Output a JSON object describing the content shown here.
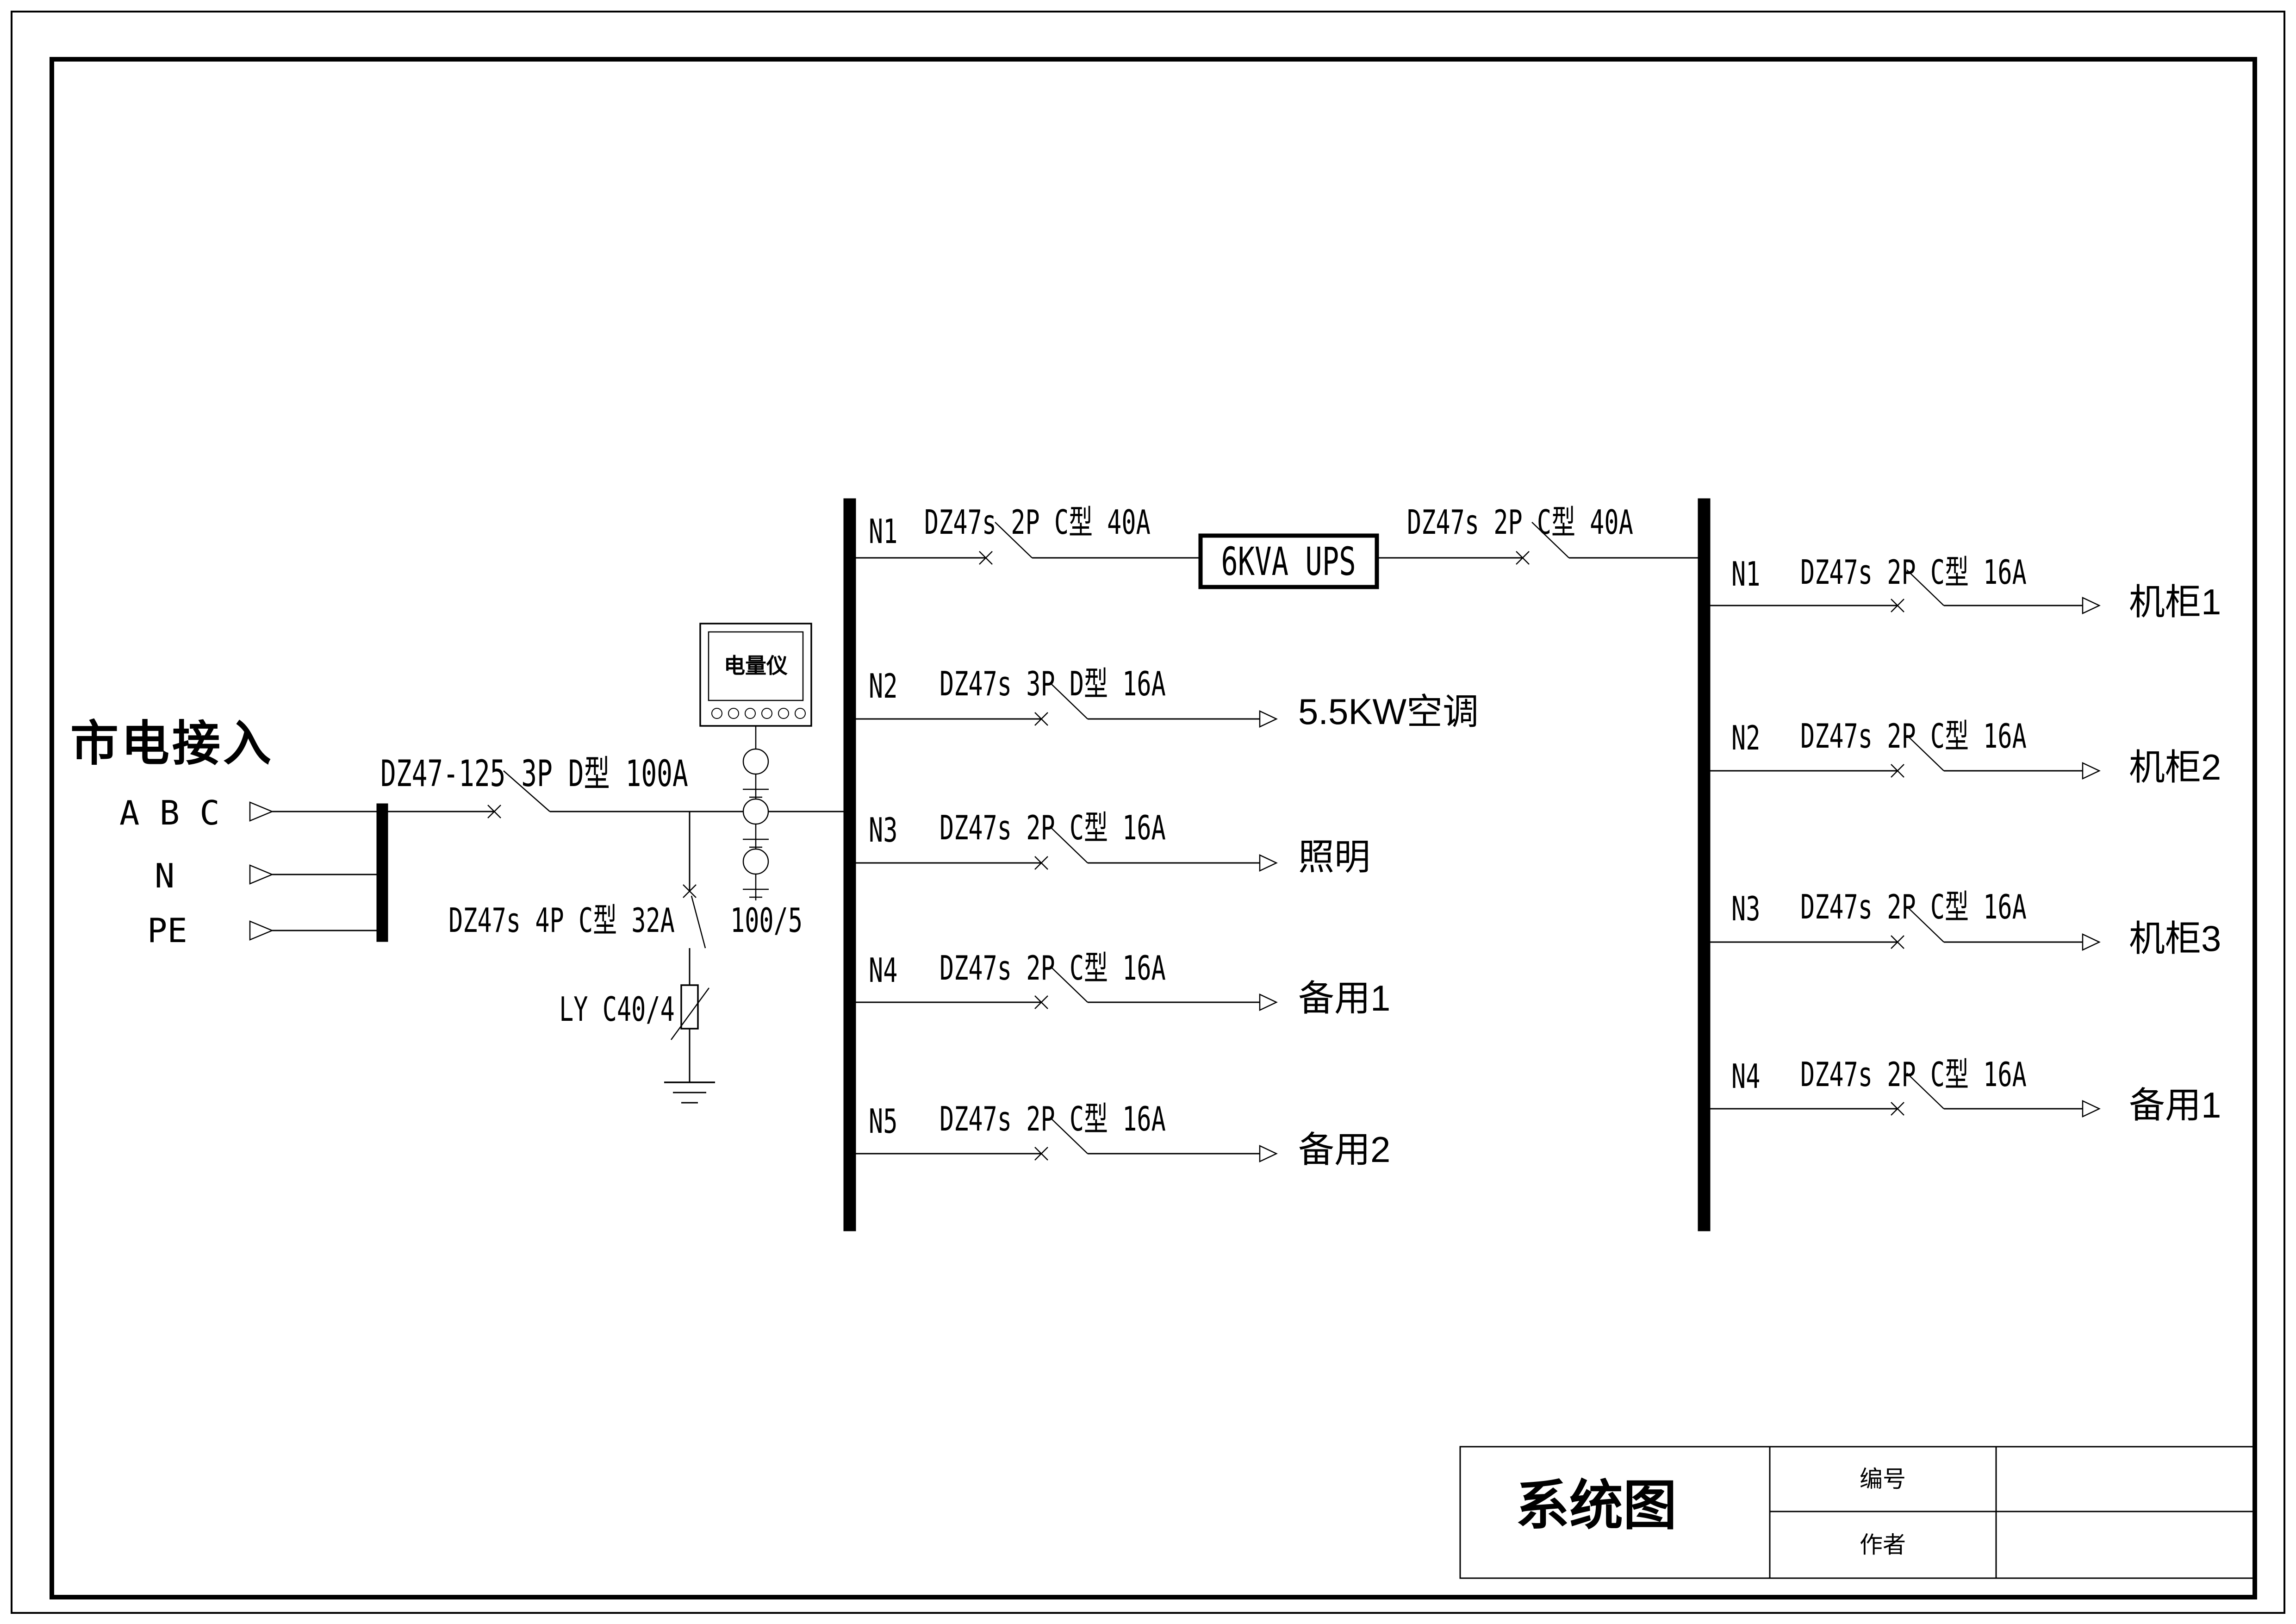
{
  "drawing": {
    "colors": {
      "ink": "#000000",
      "paper": "#ffffff"
    },
    "incoming": {
      "title": "市电接入",
      "phase_label": "A B C",
      "neutral_label": "N",
      "earth_label": "PE"
    },
    "main_breaker_label": "DZ47-125 3P D型 100A",
    "surge_branch": {
      "breaker_label": "DZ47s 4P C型 32A",
      "arrester_label": "LY C40/4"
    },
    "metering": {
      "meter_label": "电量仪",
      "ct_ratio_label": "100/5"
    },
    "ups_label": "6KVA UPS",
    "ups_output_breaker": "DZ47s 2P C型 40A",
    "panel1": {
      "feeders": [
        {
          "id": "N1",
          "spec": "DZ47s 2P C型 40A",
          "load": ""
        },
        {
          "id": "N2",
          "spec": "DZ47s 3P D型 16A",
          "load": "5.5KW空调"
        },
        {
          "id": "N3",
          "spec": "DZ47s 2P C型 16A",
          "load": "照明"
        },
        {
          "id": "N4",
          "spec": "DZ47s 2P C型 16A",
          "load": "备用1"
        },
        {
          "id": "N5",
          "spec": "DZ47s 2P C型 16A",
          "load": "备用2"
        }
      ]
    },
    "panel2": {
      "feeders": [
        {
          "id": "N1",
          "spec": "DZ47s 2P C型 16A",
          "load": "机柜1"
        },
        {
          "id": "N2",
          "spec": "DZ47s 2P C型 16A",
          "load": "机柜2"
        },
        {
          "id": "N3",
          "spec": "DZ47s 2P C型 16A",
          "load": "机柜3"
        },
        {
          "id": "N4",
          "spec": "DZ47s 2P C型 16A",
          "load": "备用1"
        }
      ]
    },
    "title_block": {
      "title": "系统图",
      "field1_label": "编号",
      "field1_value": "",
      "field2_label": "作者",
      "field2_value": ""
    }
  }
}
